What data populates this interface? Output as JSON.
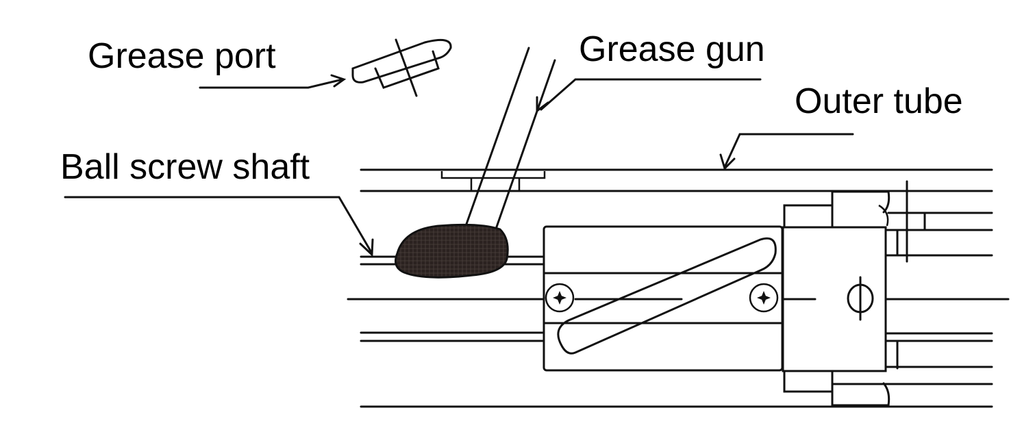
{
  "diagram": {
    "type": "mechanical-maintenance-illustration",
    "labels": {
      "grease_port": "Grease port",
      "grease_gun": "Grease gun",
      "outer_tube": "Outer tube",
      "ball_screw_shaft": "Ball screw shaft"
    },
    "colors": {
      "line": "#111111",
      "grease_fill": "#2b2220",
      "background": "#ffffff"
    },
    "icons": {
      "phi_symbol": "Φ"
    }
  }
}
